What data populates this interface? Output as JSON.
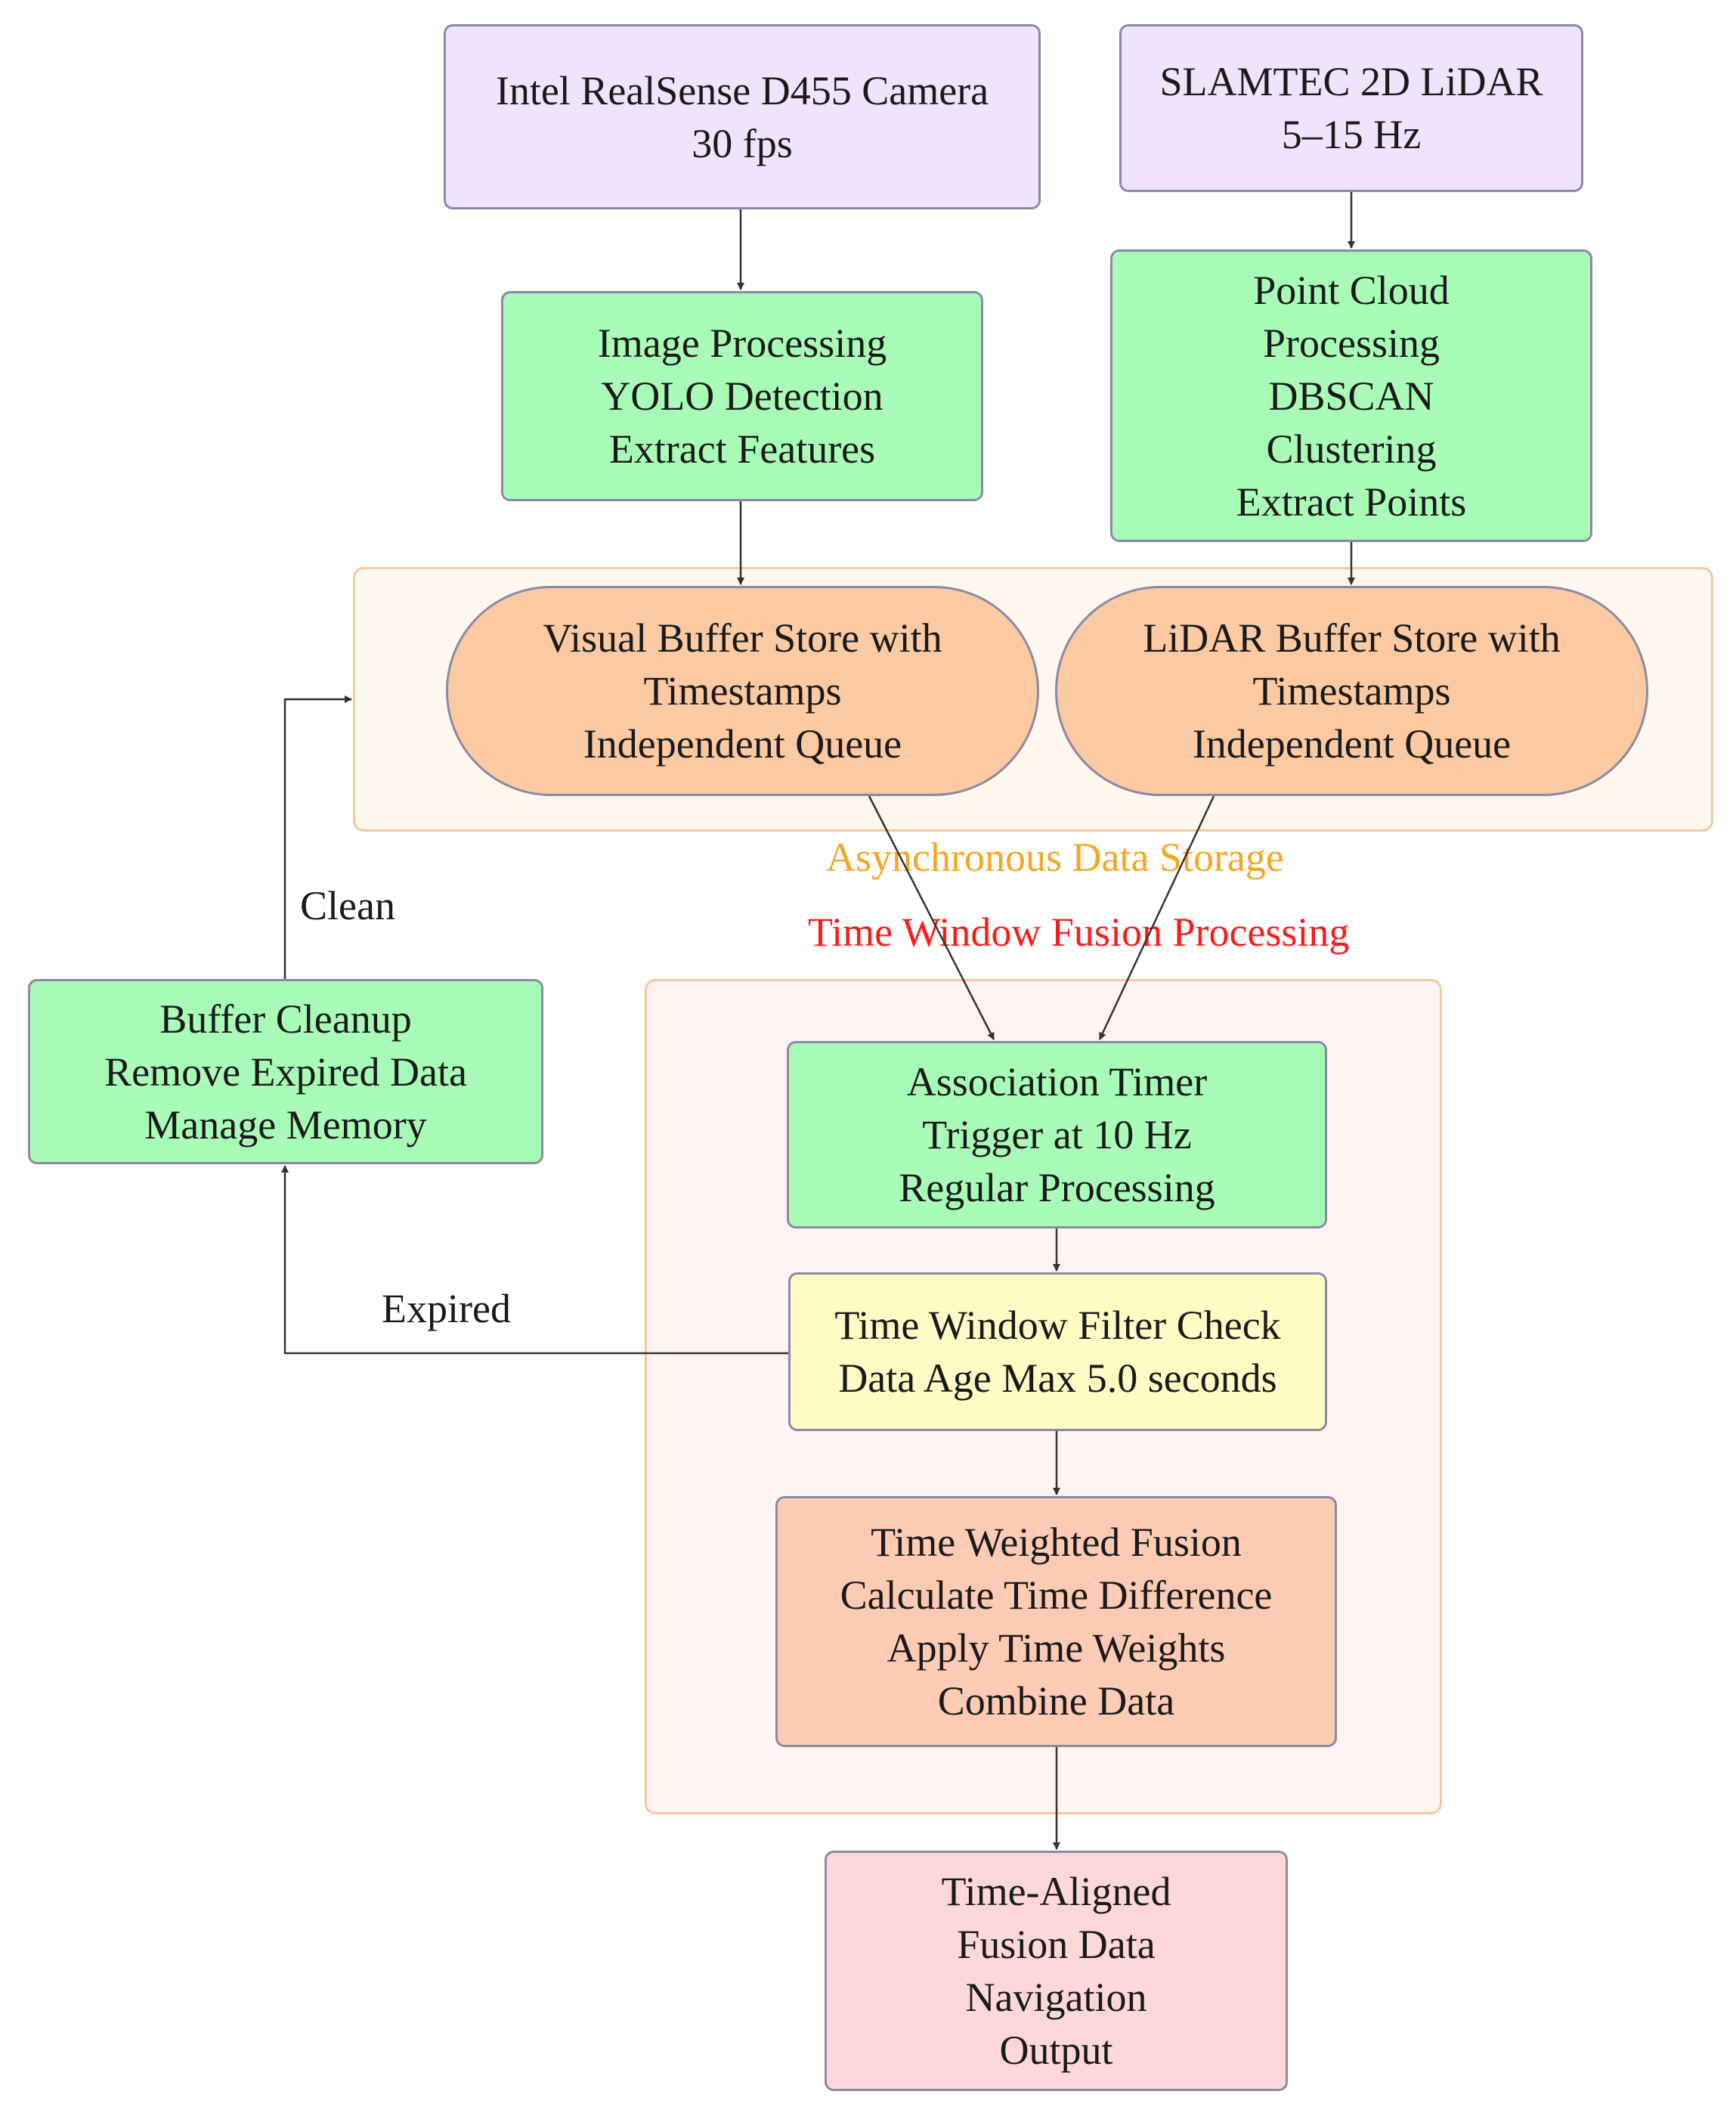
{
  "groups": {
    "async_storage": {
      "title": "Asynchronous Data Storage",
      "title_color": "#f5a623",
      "fill": "#fef7ee"
    },
    "fusion": {
      "title": "Time Window Fusion Processing",
      "title_color": "#ff1a1a",
      "fill": "#fff3f3"
    }
  },
  "nodes": {
    "camera": [
      "Intel RealSense D455 Camera",
      "30 fps"
    ],
    "lidar": [
      "SLAMTEC 2D LiDAR",
      "5–15 Hz"
    ],
    "image_processing": [
      "Image Processing",
      "YOLO Detection",
      "Extract Features"
    ],
    "point_cloud": [
      "Point Cloud",
      "Processing",
      "DBSCAN",
      "Clustering",
      "Extract Points"
    ],
    "visual_buffer": [
      "Visual Buffer Store with",
      "Timestamps",
      "Independent Queue"
    ],
    "lidar_buffer": [
      "LiDAR Buffer Store with",
      "Timestamps",
      "Independent Queue"
    ],
    "buffer_cleanup": [
      "Buffer Cleanup",
      "Remove Expired Data",
      "Manage Memory"
    ],
    "association_timer": [
      "Association Timer",
      "Trigger at 10 Hz",
      "Regular Processing"
    ],
    "time_window_filter": [
      "Time Window Filter Check",
      "Data Age Max 5.0 seconds"
    ],
    "time_weighted_fusion": [
      "Time Weighted Fusion",
      "Calculate Time Difference",
      "Apply Time Weights",
      "Combine Data"
    ],
    "output": [
      "Time-Aligned",
      "Fusion Data",
      "Navigation",
      "Output"
    ]
  },
  "edge_labels": {
    "clean": "Clean",
    "expired": "Expired"
  }
}
